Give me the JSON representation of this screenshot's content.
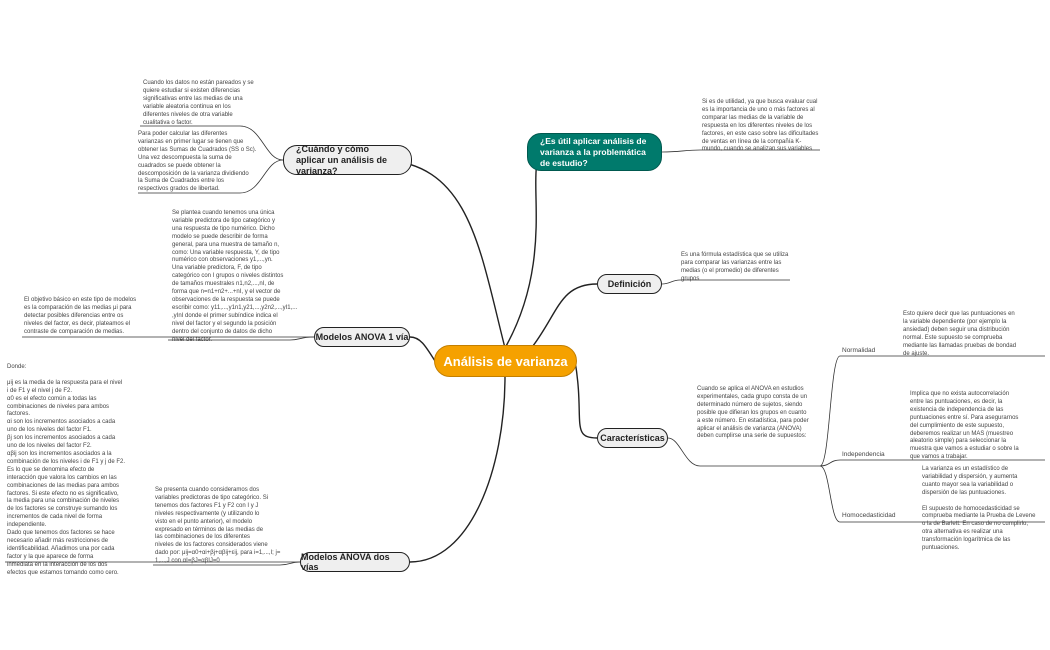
{
  "central": "Análisis de varianza",
  "nodes": {
    "cuando": "¿Cuándo y cómo aplicar un análisis de varianza?",
    "util": "¿Es útil aplicar análisis de varianza a la problemática de estudio?",
    "definicion": "Definición",
    "anova1": "Modelos ANOVA 1 vía",
    "caracteristicas": "Características",
    "anova2": "Modelos ANOVA dos vías"
  },
  "texts": {
    "cuando_1": "Cuando los datos no están pareados y se\nquiere estudiar si existen diferencias\nsignificativas entre las medias de una\nvariable aleatoria continua en los\ndiferentes niveles de otra variable\ncualitativa o factor.",
    "cuando_2": "Para poder calcular las diferentes\nvarianzas en primer lugar se tienen que\nobtener las Sumas de Cuadrados (SS o Sc).\nUna vez descompuesta la suma de\ncuadrados se puede obtener la\ndescomposición de la varianza dividiendo\nla Suma de Cuadrados entre los\nrespectivos grados de libertad.",
    "util": "Si es de utilidad, ya que busca evaluar cual\nes la importancia de uno o más factores al\ncomparar las medias de la variable de\nrespuesta en los diferentes niveles de los\nfactores, en este caso sobre las dificultades\nde ventas en línea de la compañía K-\nmundo, cuando se analizan sus variables",
    "definicion": "Es una fórmula estadística que se utiliza\npara comparar las varianzas entre las\nmedias (o el promedio) de diferentes\ngrupos",
    "anova1_a": "Se plantea cuando tenemos una única\nvariable predictora de tipo categórico y\nuna respuesta de tipo numérico. Dicho\nmodelo se puede describir de forma\ngeneral, para una muestra de tamaño n,\ncomo: Una variable respuesta, Y, de tipo\nnumérico con observaciones y1,...,yn.\nUna variable predictora, F, de tipo\ncategórico con I grupos o niveles distintos\nde tamaños muestrales n1,n2,...,nI, de\nforma que n=n1+n2+...+nI, y el vector de\nobservaciones de la respuesta se puede\nescribir como: y11,...,y1n1,y21,...,y2n2,...,yI1,...\n,yInI donde el primer subíndice indica el\nnivel del factor y el segundo la posición\ndentro del conjunto de datos de dicho\nnivel del factor.",
    "anova1_b": "El objetivo básico en este tipo de modelos\nes la comparación de las medias μi para\ndetectar posibles diferencias entre os\nniveles del factor, es decir, plateamos el\ncontraste de comparación de medias.",
    "caracteristicas": "Cuando se aplica el ANOVA en estudios\nexperimentales, cada grupo consta de un\ndeterminado número de sujetos, siendo\nposible que difieran los grupos en cuanto\na este número. En estadística, para poder\naplicar el análisis de varianza (ANOVA)\ndeben cumplirse una serie de supuestos:",
    "normalidad": "Esto quiere decir que las puntuaciones en\nla variable dependiente (por ejemplo la\nansiedad) deben seguir una distribución\nnormal. Este supuesto se comprueba\nmediante las llamadas pruebas de bondad\nde ajuste.",
    "independencia": "Implica que no exista autocorrelación\nentre las puntuaciones, es decir, la\nexistencia de independencia de las\npuntuaciones entre sí. Para asegurarnos\ndel cumplimiento de este supuesto,\ndeberemos realizar un MAS (muestreo\naleatorio simple) para seleccionar la\nmuestra que vamos a estudiar o sobre la\nque vamos a trabajar.",
    "homoc": "La varianza es un estadístico de\nvariabilidad y dispersión, y aumenta\ncuanto mayor sea la variabilidad o\ndispersión de las puntuaciones.\n\nEl supuesto de homocedasticidad se\ncomprueba mediante la Prueba de Levene\no la de Barlett. En caso de no cumplirlo,\notra alternativa es realizar una\ntransformación logarítmica de las\npuntuaciones.",
    "anova2_a": "Se presenta cuando consideramos dos\nvariables predictoras de tipo categórico. Si\ntenemos dos factores F1 y F2 con I y J\nniveles respectivamente (y utilizando lo\nvisto en el punto anterior), el modelo\nexpresado en términos de las medias de\nlas combinaciones de los diferentes\nniveles de los factores considerados viene\ndado por: μij=α0+αi+βj+αβij+εij, para i=1,...,I; j=\n1,...,J con αI=βJ=αβIJ=0",
    "anova2_b": "Donde:\n\nμij es la media de la respuesta para el nivel\ni de F1 y el nivel j de F2.\nα0 es el efecto común a todas las\ncombinaciones de niveles para ambos\nfactores.\nαi son los incrementos asociados a cada\nuno de los niveles del factor F1.\nβj son los incrementos asociados a cada\nuno de los niveles del factor F2.\nαβij son los incrementos asociados a la\ncombinación de los niveles i de F1 y j de F2.\nEs lo que se denomina efecto de\ninteracción que valora los cambios en las\ncombinaciones de las medias para ambos\nfactores. Si este efecto no es significativo,\nla media para una combinación de niveles\nde los factores se construye sumando los\nincrementos de cada nivel de forma\nindependiente.\nDado que tenemos dos factores se hace\nnecesario añadir más restricciones de\nidentificabilidad. Añadimos una por cada\nfactor y la que aparece de forma\ninmediata en la interacción de los dos\nefectos que estamos tomando como cero."
  },
  "labels": {
    "normalidad": "Normalidad",
    "independencia": "Independencia",
    "homoc": "Homocedasticidad"
  },
  "colors": {
    "central": "#f5a100",
    "teal": "#007a6c",
    "node": "#efefef",
    "line": "#222222"
  }
}
